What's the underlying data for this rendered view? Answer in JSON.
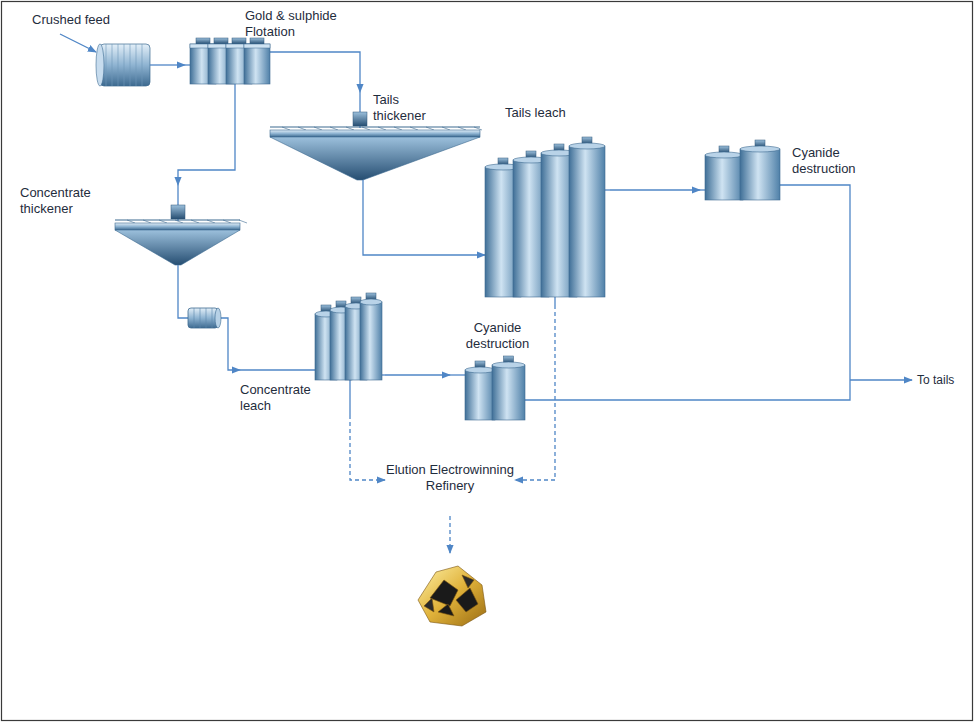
{
  "diagram": {
    "nodes": [
      {
        "text": [
          "Crushed feed"
        ]
      },
      {
        "text": [
          "Gold & sulphide Flotation"
        ]
      },
      {
        "text": [
          "Tails thickener"
        ]
      },
      {
        "text": [
          "Tails leach"
        ]
      },
      {
        "text": [
          "Cyanide destruction"
        ]
      },
      {
        "text": [
          "Concentrate thickener"
        ]
      },
      {
        "text": [
          "Concentrate leach"
        ]
      },
      {
        "text": [
          "Cyanide destruction"
        ]
      },
      {
        "text": [
          "Elution Electrowinning Refinery"
        ]
      }
    ],
    "edges": [
      {
        "from": 0,
        "to": 1,
        "arrow": "to"
      },
      {
        "from": 1,
        "to": 2,
        "arrow": "to"
      },
      {
        "from": 1,
        "to": 5,
        "arrow": "to"
      },
      {
        "from": 2,
        "to": 3,
        "arrow": "to"
      },
      {
        "from": 3,
        "to": 4,
        "arrow": "to"
      },
      {
        "from": 5,
        "to": 6,
        "arrow": "to"
      },
      {
        "from": 6,
        "to": 7,
        "arrow": "to"
      },
      {
        "from": 6,
        "to": 8,
        "arrow": "to"
      },
      {
        "from": 3,
        "to": 8,
        "arrow": "to"
      }
    ],
    "labels": [
      "To tails"
    ]
  }
}
